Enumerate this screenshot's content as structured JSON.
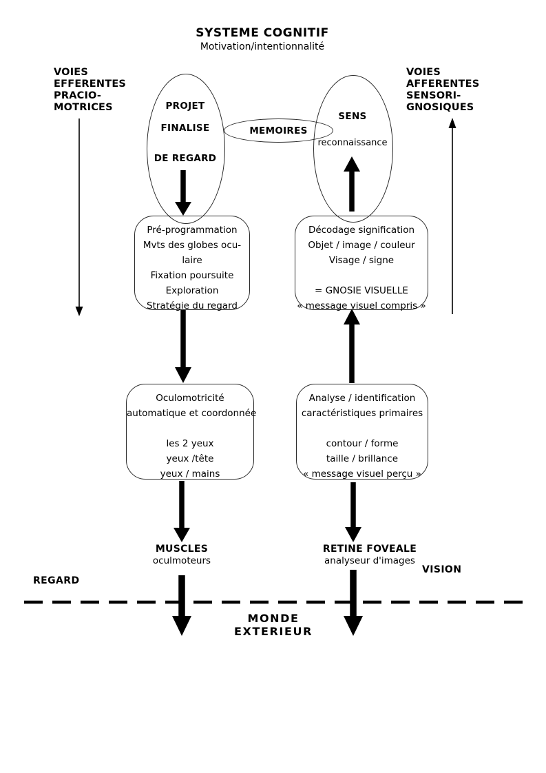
{
  "header": {
    "title": "SYSTEME COGNITIF",
    "subtitle": "Motivation/intentionnalité"
  },
  "pathways": {
    "efferent": {
      "lines": [
        "VOIES",
        "EFFERENTES",
        "PRACIO-",
        "MOTRICES"
      ]
    },
    "afferent": {
      "lines": [
        "VOIES",
        "AFFERENTES",
        "SENSORI-",
        "GNOSIQUES"
      ]
    }
  },
  "ellipses": {
    "project": {
      "lines": [
        "PROJET",
        "FINALISE",
        "DE REGARD"
      ]
    },
    "memories": {
      "label": "MEMOIRES"
    },
    "sens": {
      "title": "SENS",
      "subtitle": "reconnaissance"
    }
  },
  "boxes": {
    "preprogramming": {
      "lines": [
        "Pré-programmation",
        "Mvts des globes ocu-",
        "laire",
        "Fixation poursuite",
        "Exploration",
        "Stratégie du regard"
      ]
    },
    "decoding": {
      "lines": [
        "Décodage signification",
        "Objet / image / couleur",
        "Visage / signe",
        "",
        "= GNOSIE VISUELLE",
        "« message visuel compris »"
      ]
    },
    "oculomotricity": {
      "lines": [
        "Oculomotricité",
        "automatique et coordonnée",
        "",
        "les 2 yeux",
        "yeux /tête",
        "yeux / mains"
      ]
    },
    "analysis": {
      "lines": [
        "Analyse / identification",
        "caractéristiques primaires",
        "",
        "contour / forme",
        "taille / brillance",
        "« message visuel perçu »"
      ]
    }
  },
  "outputs": {
    "muscles": {
      "title": "MUSCLES",
      "subtitle": "oculmoteurs"
    },
    "retina": {
      "title": "RETINE FOVEALE",
      "subtitle": "analyseur d'images"
    }
  },
  "zones": {
    "regard": "REGARD",
    "vision": "VISION",
    "world": "MONDE EXTERIEUR"
  },
  "colors": {
    "ink": "#000000",
    "background": "#ffffff"
  }
}
